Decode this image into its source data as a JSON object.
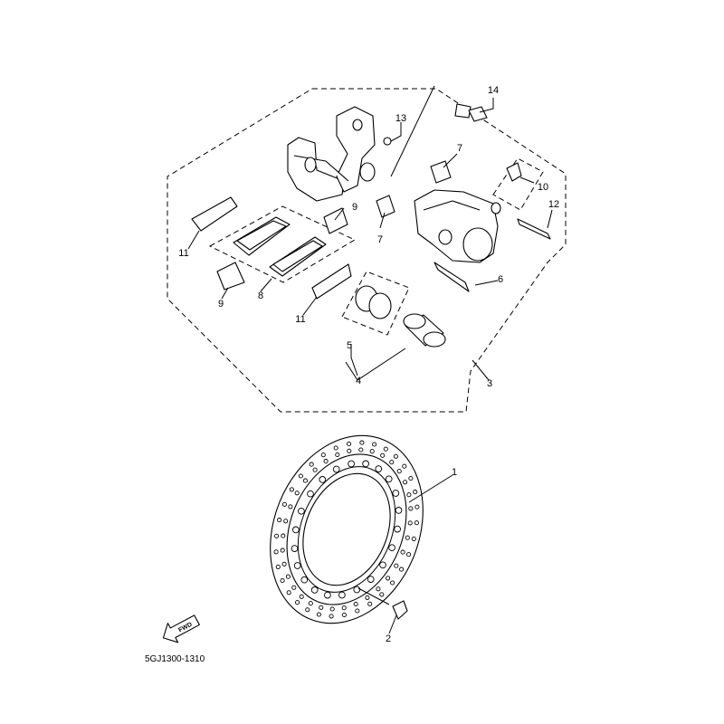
{
  "diagram": {
    "catalog_code": "5GJ1300-1310",
    "fwd_label": "FWD",
    "callouts": [
      "1",
      "2",
      "3",
      "4",
      "5",
      "6",
      "7",
      "7",
      "8",
      "9",
      "9",
      "10",
      "11",
      "11",
      "12",
      "13",
      "14"
    ]
  }
}
